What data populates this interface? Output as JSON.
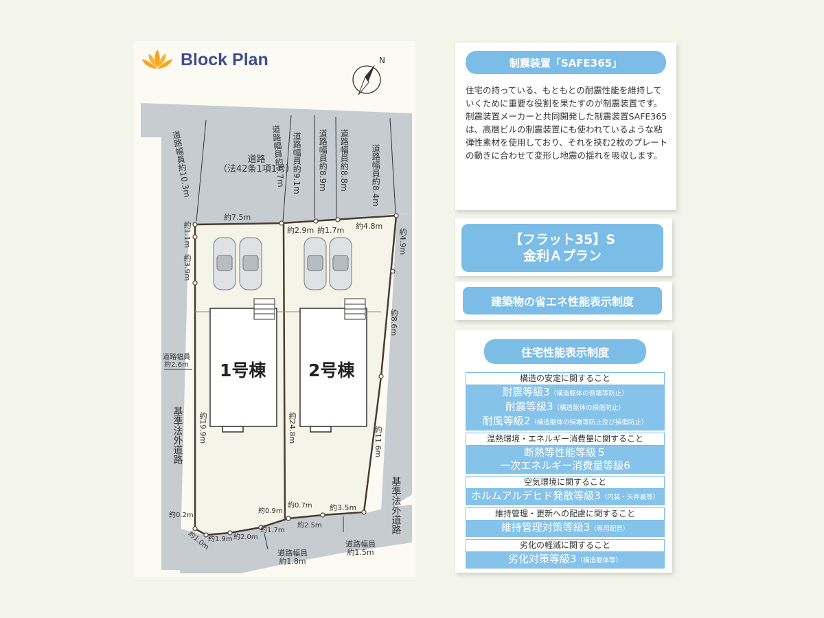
{
  "header": {
    "title": "Block Plan",
    "compass_label": "N"
  },
  "plan": {
    "road_top_left": {
      "name": "道路",
      "sub": "（法42条1項1号）"
    },
    "dims": {
      "road_w_103": "道路幅員約10.3m",
      "road_w_97": "道路幅員約9.7m",
      "road_w_91": "道路幅員約9.1m",
      "road_w_89": "道路幅員約8.9m",
      "road_w_88": "道路幅員約8.8m",
      "road_w_84": "道路幅員約8.4m",
      "top_75": "約7.5m",
      "top_29": "約2.9m",
      "top_17": "約1.7m",
      "top_48": "約4.8m",
      "left_11": "約1.1m",
      "left_39": "約3.9m",
      "right_49": "約4.9m",
      "right_86": "約8.6m",
      "right_116": "約11.6m",
      "left_199": "約19.9m",
      "mid_248": "約24.8m",
      "road_w_26_a": "道路幅員",
      "road_w_26_b": "約2.6m",
      "bot_02": "約0.2m",
      "bot_10": "約1.0m",
      "bot_19": "約1.9m",
      "bot_20": "約2.0m",
      "bot_17": "約1.7m",
      "bot_09": "約0.9m",
      "bot_07": "約0.7m",
      "bot_35": "約3.5m",
      "bot_25": "約2.5m",
      "road_w_18_a": "道路幅員",
      "road_w_18_b": "約1.8m",
      "road_w_15_a": "道路幅員",
      "road_w_15_b": "約1.5m"
    },
    "left_road_label": "基準法外道路",
    "right_road_label": "基準法外道路",
    "building_1": "1号棟",
    "building_2": "2号棟"
  },
  "seismic": {
    "title": "制震装置「SAFE365」",
    "body": "住宅の持っている、もともとの耐震性能を維持していくために重要な役割を果たすのが制震装置です。制震装置メーカーと共同開発した制震装置SAFE365は、高層ビルの制震装置にも使われているような粘弾性素材を使用しており、それを挟む2枚のプレートの動きに合わせて変形し地震の揺れを吸収します。"
  },
  "flat35": {
    "line1": "【フラット35】S",
    "line2": "金利Ａプラン"
  },
  "energy": {
    "title": "建築物の省エネ性能表示制度"
  },
  "performance": {
    "title": "住宅性能表示制度",
    "sections": [
      {
        "head": "構造の安定に関すること",
        "rows": [
          {
            "main": "耐震等級3",
            "note": "（構造躯体の倒壊等防止）"
          },
          {
            "main": "耐震等級3",
            "note": "（構造躯体の損傷防止）"
          },
          {
            "main": "耐風等級2",
            "note": "（構造躯体の損壊等防止及び損傷防止）"
          }
        ]
      },
      {
        "head": "温熱環境・エネルギー消費量に関すること",
        "rows": [
          {
            "main": "断熱等性能等級５",
            "note": ""
          },
          {
            "main": "一次エネルギー消費量等級6",
            "note": ""
          }
        ]
      },
      {
        "head": "空気環境に関すること",
        "rows": [
          {
            "main": "ホルムアルデヒド発散等級3",
            "note": "（内装・天井裏等）"
          }
        ]
      },
      {
        "head": "維持管理・更新への配慮に関すること",
        "rows": [
          {
            "main": "維持管理対策等級3",
            "note": "（専用配管）"
          }
        ]
      },
      {
        "head": "劣化の軽減に関すること",
        "rows": [
          {
            "main": "劣化対策等級3",
            "note": "（構造躯体等）"
          }
        ]
      }
    ]
  }
}
